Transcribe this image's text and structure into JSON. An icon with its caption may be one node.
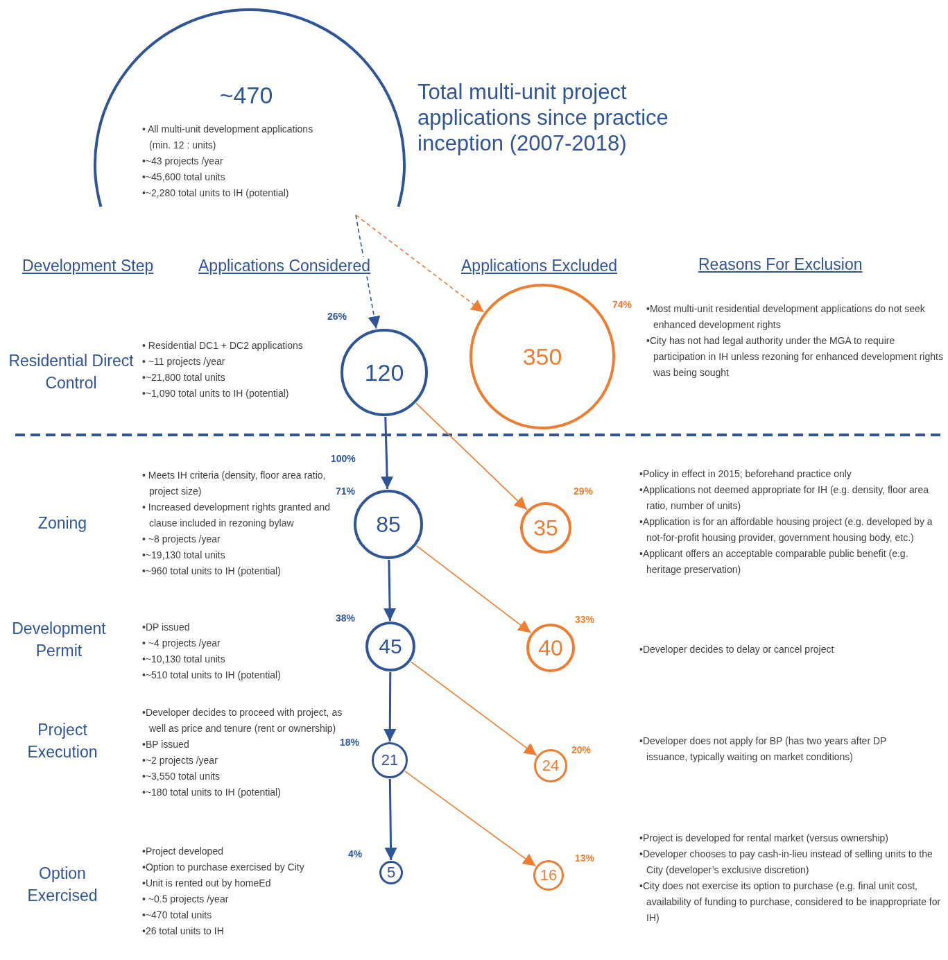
{
  "diagram": {
    "title": "Total multi-unit project applications since practice inception (2007-2018)",
    "nodes": [
      {
        "text": [
          "~470",
          "• All multi-unit development applications (min. 12 : units)",
          "•~43 projects /year",
          "•~45,600 total units",
          "•~2,280 total units to IH (potential)"
        ]
      },
      {
        "text": [
          "120"
        ],
        "beside": [
          "26%"
        ]
      },
      {
        "text": [
          "85"
        ],
        "beside": [
          "71%"
        ]
      },
      {
        "text": [
          "45"
        ],
        "beside": [
          "38%"
        ]
      },
      {
        "text": [
          "21"
        ],
        "beside": [
          "18%"
        ]
      },
      {
        "text": [
          "5"
        ],
        "beside": [
          "4%"
        ]
      },
      {
        "text": [
          "350"
        ],
        "beside": [
          "74%"
        ]
      },
      {
        "text": [
          "35"
        ],
        "beside": [
          "29%"
        ]
      },
      {
        "text": [
          "40"
        ],
        "beside": [
          "33%"
        ]
      },
      {
        "text": [
          "24"
        ],
        "beside": [
          "20%"
        ]
      },
      {
        "text": [
          "16"
        ],
        "beside": [
          "13%"
        ]
      }
    ],
    "edges": [
      {
        "from": 0,
        "to": 1,
        "arrow": "to",
        "style": "dashed",
        "color": "#2f5597"
      },
      {
        "from": 0,
        "to": 6,
        "arrow": "to",
        "style": "dashed",
        "color": "#ed7d31"
      },
      {
        "from": 1,
        "to": 2,
        "arrow": "to",
        "label": "100%",
        "color": "#2f5597"
      },
      {
        "from": 2,
        "to": 3,
        "arrow": "to",
        "color": "#2f5597"
      },
      {
        "from": 3,
        "to": 4,
        "arrow": "to",
        "color": "#2f5597"
      },
      {
        "from": 4,
        "to": 5,
        "arrow": "to",
        "color": "#2f5597"
      },
      {
        "from": 1,
        "to": 7,
        "arrow": "to",
        "color": "#ed7d31"
      },
      {
        "from": 2,
        "to": 8,
        "arrow": "to",
        "color": "#ed7d31"
      },
      {
        "from": 3,
        "to": 9,
        "arrow": "to",
        "color": "#ed7d31"
      },
      {
        "from": 4,
        "to": 10,
        "arrow": "to",
        "color": "#ed7d31"
      }
    ],
    "labels": [
      "Development Step",
      "Applications Considered",
      "Applications Excluded",
      "Reasons For Exclusion",
      "Residential Direct Control",
      "• Residential DC1 + DC2 applications",
      "• ~11 projects /year",
      "•~21,800 total units",
      "•~1,090 total units to IH (potential)",
      "•Most multi-unit residential development applications do not seek enhanced development rights",
      "•City has not had legal authority under the MGA to require participation in IH unless rezoning for enhanced development rights was being sought",
      "Zoning",
      "• Meets IH criteria (density, floor area ratio, project size)",
      "• Increased development rights granted and clause included in rezoning bylaw",
      "• ~8 projects /year",
      "•~19,130 total units",
      "•~960 total units to IH (potential)",
      "•Policy in effect in 2015; beforehand practice only",
      "•Applications not deemed appropriate for IH (e.g. density, floor area ratio, number of units)",
      "•Application is for an affordable housing project (e.g. developed by a not-for-profit housing provider, government housing body, etc.)",
      "•Applicant offers an acceptable comparable public benefit (e.g. heritage preservation)",
      "Development Permit",
      "•DP issued",
      "• ~4 projects /year",
      "•~10,130 total units",
      "•~510 total units to IH (potential)",
      "•Developer decides to delay or cancel project",
      "Project Execution",
      "•Developer decides to proceed with project, as well as price and tenure (rent or ownership)",
      "•BP issued",
      "•~2 projects /year",
      "•~3,550 total units",
      "•~180 total units to IH (potential)",
      "•Developer does not apply for BP (has two years after DP issuance, typically waiting on market conditions)",
      "Option Exercised",
      "•Project developed",
      "•Option to purchase exercised by City",
      "•Unit is rented out by homeEd",
      "• ~0.5 projects /year",
      "•~470 total units",
      "•26 total units to IH",
      "•Project is developed for rental market (versus ownership)",
      "•Developer chooses to pay cash-in-lieu instead of selling units to the City (developer’s exclusive discretion)",
      "•City does not exercise its option to purchase (e.g. final unit cost, availability of funding to purchase, considered to be inappropriate for IH)"
    ]
  }
}
